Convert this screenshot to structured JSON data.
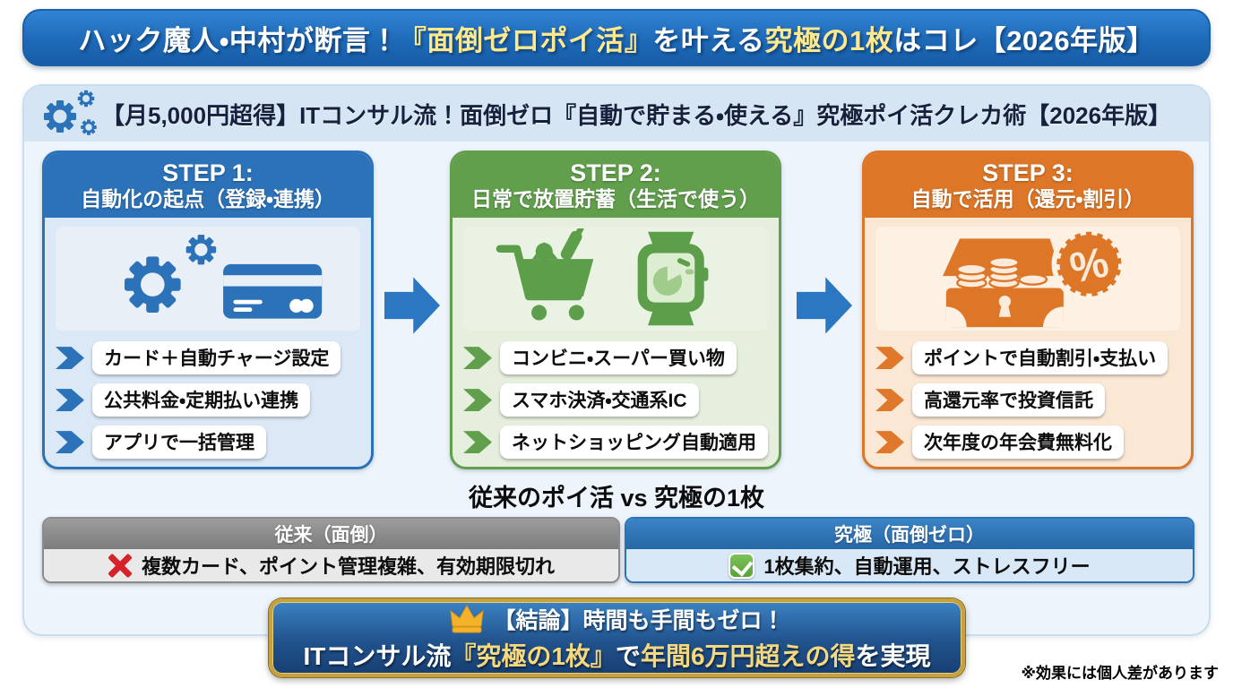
{
  "top_banner": {
    "segments": [
      {
        "text": "ハック魔人・中村が断言！",
        "color": "white"
      },
      {
        "text": "『面倒ゼロポイ活』",
        "color": "yellow"
      },
      {
        "text": "を叶える",
        "color": "white"
      },
      {
        "text": "究極の1枚",
        "color": "yellow"
      },
      {
        "text": "はコレ【2026年版】",
        "color": "white"
      }
    ]
  },
  "header": {
    "icon": "gears-icon",
    "title": "【月5,000円超得】ITコンサル流！面倒ゼロ『自動で貯まる・使える』究極ポイ活クレカ術【2026年版】"
  },
  "steps": [
    {
      "label": "STEP 1:",
      "subtitle": "自動化の起点（登録・連携）",
      "accent_color": "#2b72b8",
      "icon": "gears-credit-card-icon",
      "items": [
        "カード＋自動チャージ設定",
        "公共料金・定期払い連携",
        "アプリで一括管理"
      ]
    },
    {
      "label": "STEP 2:",
      "subtitle": "日常で放置貯蓄（生活で使う）",
      "accent_color": "#619f4d",
      "icon": "shopping-cart-smartwatch-icon",
      "items": [
        "コンビニ・スーパー買い物",
        "スマホ決済・交通系IC",
        "ネットショッピング自動適用"
      ]
    },
    {
      "label": "STEP 3:",
      "subtitle": "自動で活用（還元・割引）",
      "accent_color": "#dd7627",
      "icon": "treasure-chest-percent-icon",
      "items": [
        "ポイントで自動割引・支払い",
        "高還元率で投資信託",
        "次年度の年会費無料化"
      ]
    }
  ],
  "comparison": {
    "title": "従来のポイ活 vs 究極の1枚",
    "old": {
      "header": "従来（面倒）",
      "icon": "red-x-icon",
      "text": "複数カード、ポイント管理複雑、有効期限切れ"
    },
    "new": {
      "header": "究極（面倒ゼロ）",
      "icon": "green-check-icon",
      "text": "1枚集約、自動運用、ストレスフリー"
    }
  },
  "conclusion": {
    "icon": "crown-icon",
    "line1": "【結論】時間も手間もゼロ！",
    "line2_segments": [
      {
        "text": "ITコンサル流",
        "color": "white"
      },
      {
        "text": "『究極の1枚』",
        "color": "gold"
      },
      {
        "text": "で",
        "color": "white"
      },
      {
        "text": "年間6万円超えの得",
        "color": "gold"
      },
      {
        "text": "を実現",
        "color": "white"
      }
    ]
  },
  "disclaimer": "※効果には個人差があります",
  "colors": {
    "primary_blue": "#2b72b8",
    "step_green": "#619f4d",
    "step_orange": "#dd7627",
    "highlight_yellow": "#ffe98e",
    "gold_text": "#f6d97e",
    "gold_border": "#c8a13d",
    "red_x": "#d6232a",
    "check_green": "#58a238",
    "card_bg": "#edf4fb",
    "header_band_bg": "#d5e5f4"
  }
}
